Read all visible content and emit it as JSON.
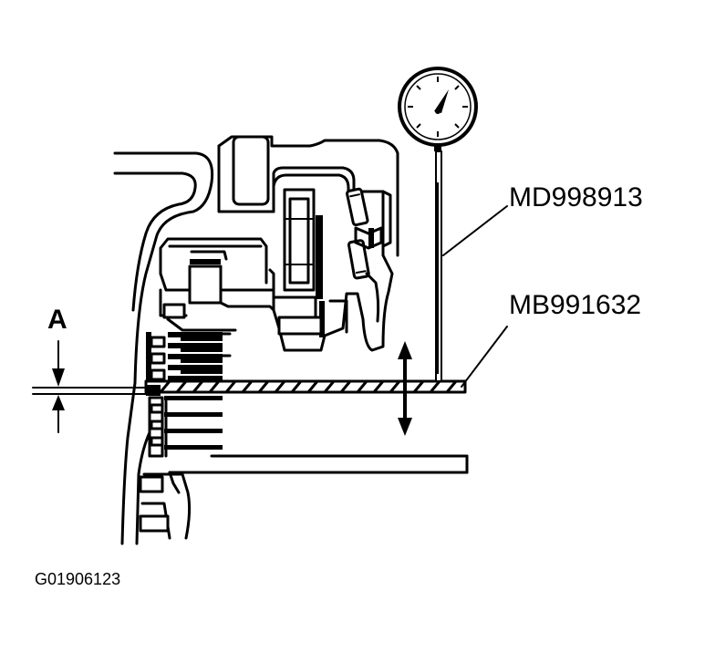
{
  "labels": {
    "dial_gauge": "MD998913",
    "bar_tool": "MB991632",
    "dimension": "A",
    "figure_code": "G01906123"
  },
  "colors": {
    "ink": "#000000",
    "paper": "#ffffff"
  }
}
